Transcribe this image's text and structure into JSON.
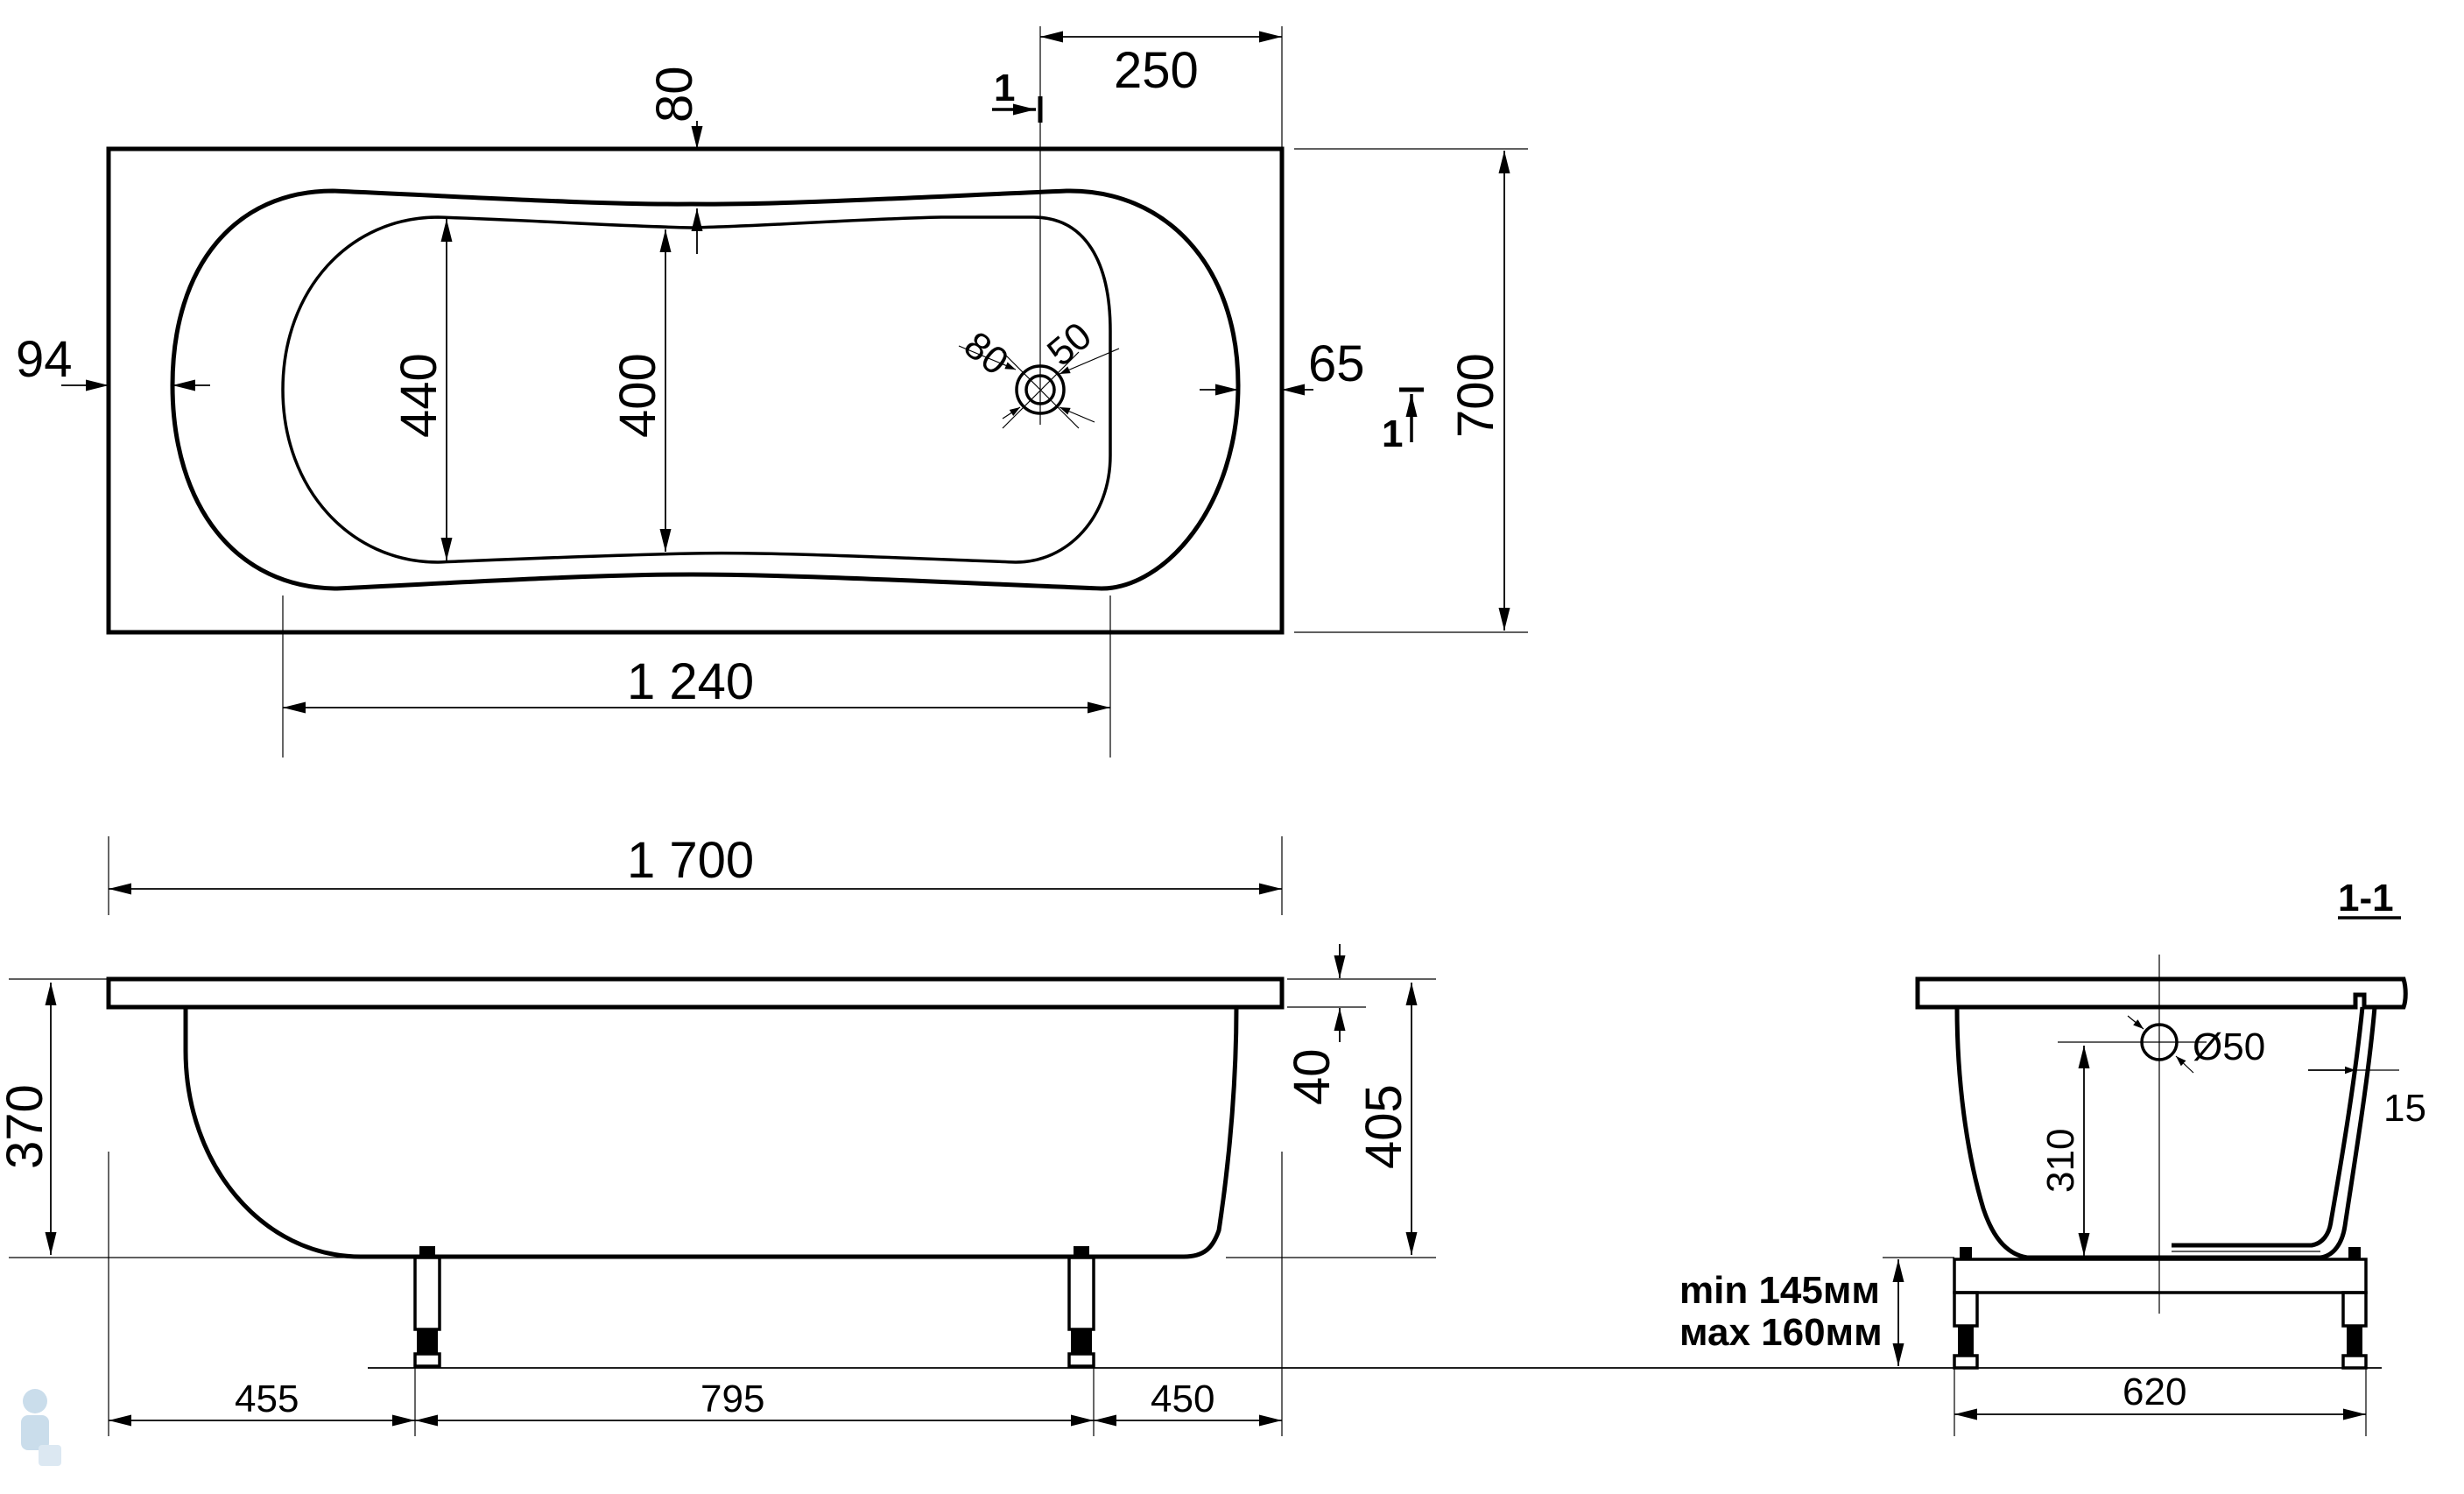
{
  "drawing": {
    "top_view": {
      "overall_length": "1 240",
      "width": "700",
      "rim_left": "94",
      "rim_right": "65",
      "rim_top": "80",
      "bottom_width_left": "440",
      "bottom_width_middle": "400",
      "drain_offset": "250",
      "drain_outer": "80",
      "drain_inner": "50",
      "section_mark_top": "1",
      "section_mark_right": "1"
    },
    "side_view": {
      "length": "1 700",
      "height_body": "370",
      "height_total": "405",
      "rim_thickness": "40",
      "leg_left": "455",
      "leg_span": "795",
      "leg_right": "450"
    },
    "section_view": {
      "title": "1-1",
      "overflow_diameter": "Ø50",
      "overflow_height": "310",
      "wall_thickness": "15",
      "depth": "620",
      "leg_min": "min 145мм",
      "leg_max": "мах 160мм"
    }
  }
}
